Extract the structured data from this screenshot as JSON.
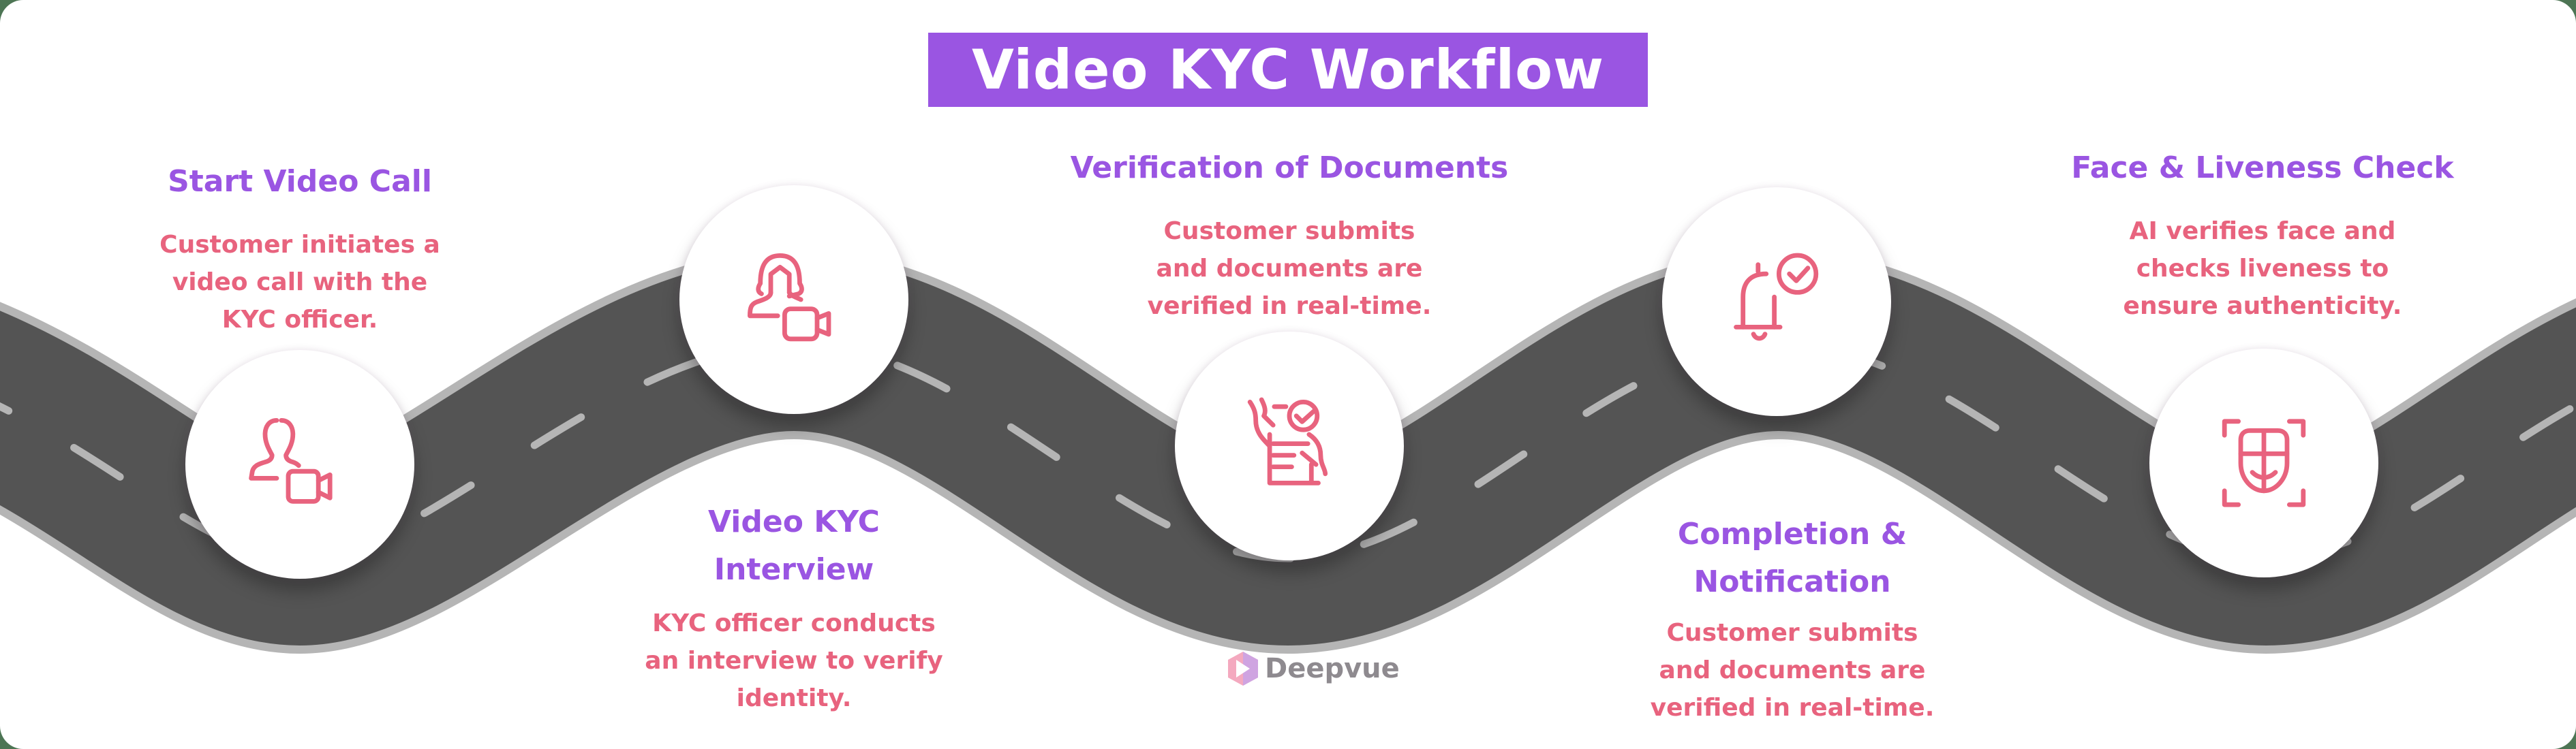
{
  "title": "Video KYC Workflow",
  "colors": {
    "title_bg": "#9a55e2",
    "heading": "#9a55e2",
    "body": "#e8637e",
    "icon": "#e8637e",
    "road": "#545454",
    "road_edge": "#b5b5b5",
    "lane_dash": "#b5b5b5",
    "frame": "#4d7554"
  },
  "steps": [
    {
      "id": "start-video-call",
      "heading_lines": [
        "Start Video Call"
      ],
      "description_lines": [
        "Customer initiates a",
        "video call with the",
        "KYC officer."
      ],
      "icon": "user-video-icon",
      "position": "above"
    },
    {
      "id": "video-kyc-interview",
      "heading_lines": [
        "Video KYC",
        "Interview"
      ],
      "description_lines": [
        "KYC officer conducts",
        "an interview to verify",
        "identity."
      ],
      "icon": "officer-video-icon",
      "position": "below"
    },
    {
      "id": "verification-of-documents",
      "heading_lines": [
        "Verification of Documents"
      ],
      "description_lines": [
        "Customer submits",
        "and documents are",
        "verified in real-time."
      ],
      "icon": "document-check-icon",
      "position": "above"
    },
    {
      "id": "completion-notification",
      "heading_lines": [
        "Completion &",
        "Notification"
      ],
      "description_lines": [
        "Customer submits",
        "and documents are",
        "verified in real-time."
      ],
      "icon": "bell-check-icon",
      "position": "below"
    },
    {
      "id": "face-liveness-check",
      "heading_lines": [
        "Face & Liveness Check"
      ],
      "description_lines": [
        "AI verifies face and",
        "checks liveness to",
        "ensure authenticity."
      ],
      "icon": "face-scan-icon",
      "position": "above"
    }
  ],
  "brand": {
    "name": "Deepvue",
    "icon": "deepvue-logo-icon"
  }
}
